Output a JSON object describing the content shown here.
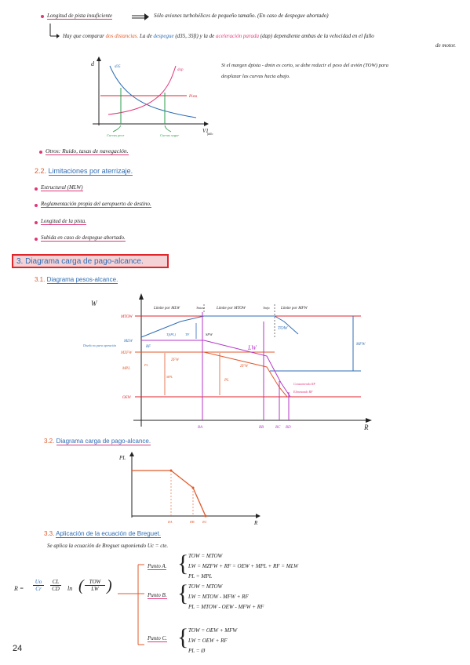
{
  "top": {
    "line1_label": "Longitud de pista insuficiente",
    "line1_text": "Sólo aviones turbohélices de pequeño tamaño. (En caso de despegue abortado)",
    "line2_prefix": "Hay que comparar",
    "line2_highlight": "dos distancias.",
    "line2_mid": "La de",
    "line2_despegue": "despegue",
    "line2_mid2": "(d35, 35ft) y la de",
    "line2_acel": "aceleración parada",
    "line2_end": "(dap) dependiente ambas de la velocidad en el fallo",
    "line2_wrap": "de motor.",
    "note_line1": "Si el margen dpista - dmin es corto, se debe reducir el peso del avión (TOW) para",
    "note_line2": "desplazar las curvas hacia abajo."
  },
  "small_chart": {
    "y_label": "d",
    "x_label": "V1",
    "x_sub": "fallo",
    "curve1_label": "d35",
    "curve2_label": "dap",
    "line_label": "Pista",
    "annot1": "Curvas peor",
    "annot2": "Curvas segur"
  },
  "otros": "Otros: Ruido, tasas de navegación.",
  "section22": {
    "num": "2.2.",
    "title": "Limitaciones por aterrizaje."
  },
  "landing_items": [
    "Estructural (MLW)",
    "Reglamentación propia del aeropuerto de destino.",
    "Longitud de la pista.",
    "Subida en caso de despegue abortado."
  ],
  "section3": {
    "title": "3. Diagrama carga de pago-alcance."
  },
  "section31": {
    "num": "3.1.",
    "title": "Diagrama pesos-alcance."
  },
  "chart1": {
    "y_label": "W",
    "x_label": "R",
    "levels": {
      "mtow": "MTOW",
      "mlw": "MLW",
      "mzfw": "MZFW",
      "mpl": "MPL",
      "oew": "OEW"
    },
    "side_left": "Diseño no para operación",
    "labels": {
      "lim_mlw": "Límite por MLW",
      "tmtow": "Tmtow",
      "lim_mtow": "Límite por MTOW",
      "tmfw": "Tmfw",
      "lim_mfw": "Límite por MFW",
      "tow": "TOW",
      "lw": "LW",
      "mfw": "MFW",
      "tf": "Tf(PL)",
      "tf_short": "TF",
      "zfw1": "ZFW",
      "zfw2": "ZFW",
      "sfw": "SFW",
      "rf": "RF",
      "pl": "PL",
      "mpl_arrow": "MPL",
      "consumo_rf": "Consumiendo RF",
      "eliminando_rf": "Eliminando RF",
      "pl_small": "PL"
    },
    "r_ticks": [
      "RA",
      "RB",
      "RC",
      "RD"
    ]
  },
  "section32": {
    "num": "3.2.",
    "title": "Diagrama carga de pago-alcance."
  },
  "chart2": {
    "type": "line",
    "y_label": "PL",
    "x_label": "R",
    "x_ticks": [
      "RA",
      "RB",
      "RC"
    ]
  },
  "section33": {
    "num": "3.3.",
    "title": "Aplicación de la ecuación de Breguet."
  },
  "breguet_intro": "Se aplica la ecuación de Breguet suponiendo Uc = cte.",
  "breguet_formula": {
    "lhs": "R =",
    "frac1_num": "Uo",
    "frac1_den": "Cr",
    "frac2_num": "CL",
    "frac2_den": "CD",
    "ln": "ln",
    "frac3_num": "TOW",
    "frac3_den": "LW"
  },
  "points": [
    {
      "name": "Punto A.",
      "eqs": [
        "TOW = MTOW",
        "LW = MZFW + RF = OEW + MPL + RF = MLW",
        "PL = MPL"
      ]
    },
    {
      "name": "Punto B.",
      "eqs": [
        "TOW = MTOW",
        "LW = MTOW - MFW + RF",
        "PL = MTOW - OEW - MFW + RF"
      ]
    },
    {
      "name": "Punto C.",
      "eqs": [
        "TOW = OEW + MFW",
        "LW = OEW + RF",
        "PL = Ø"
      ]
    }
  ],
  "page_number": "24"
}
